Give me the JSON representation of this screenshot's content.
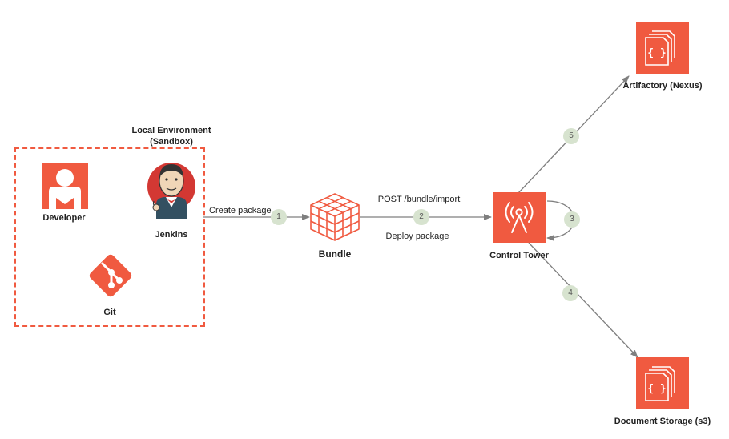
{
  "colors": {
    "accent": "#f05a40",
    "arrow": "#7f7f7f",
    "badge": "#d7e3cf",
    "text": "#222222"
  },
  "local_env": {
    "title_line1": "Local Environment",
    "title_line2": "(Sandbox)"
  },
  "nodes": {
    "developer": {
      "label": "Developer",
      "icon": "developer-icon"
    },
    "jenkins": {
      "label": "Jenkins",
      "icon": "jenkins-icon"
    },
    "git": {
      "label": "Git",
      "icon": "git-icon"
    },
    "bundle": {
      "label": "Bundle",
      "icon": "bundle-cube-icon"
    },
    "control_tower": {
      "label": "Control Tower",
      "icon": "antenna-icon"
    },
    "artifactory": {
      "label": "Artifactory (Nexus)",
      "icon": "document-braces-icon"
    },
    "document_storage": {
      "label": "Document Storage (s3)",
      "icon": "document-braces-icon"
    }
  },
  "edges": {
    "create_package": {
      "label": "Create package",
      "step": "1"
    },
    "deploy": {
      "label_top": "POST /bundle/import",
      "label_bottom": "Deploy package",
      "step": "2"
    },
    "self_loop": {
      "step": "3"
    },
    "to_storage": {
      "step": "4"
    },
    "to_artifactory": {
      "step": "5"
    }
  }
}
